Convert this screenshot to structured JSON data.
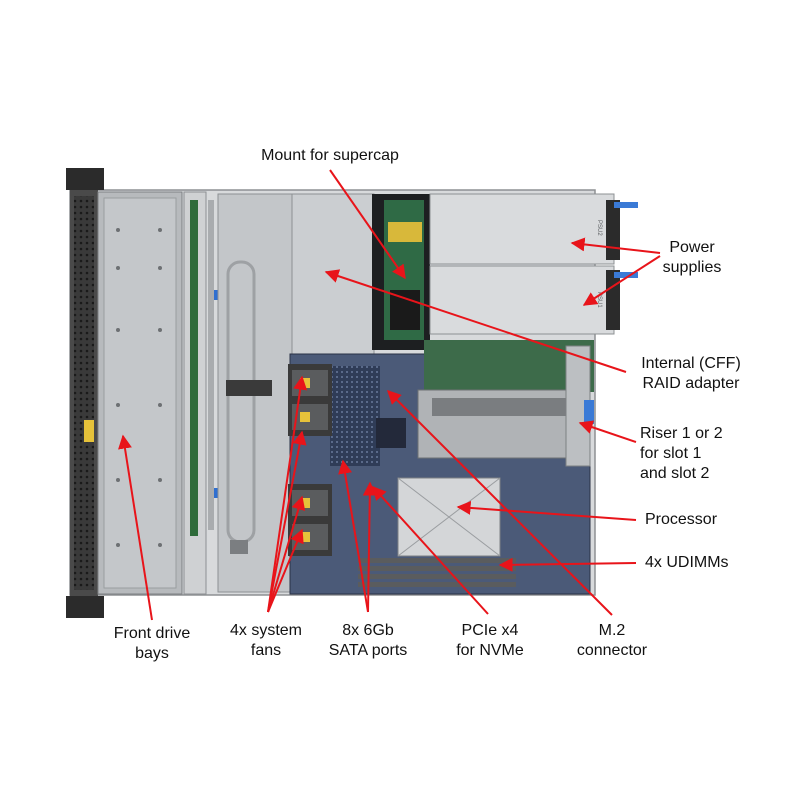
{
  "labels": {
    "mount_for_supercap": "Mount for supercap",
    "power_supplies": [
      "Power",
      "supplies"
    ],
    "internal_raid": [
      "Internal (CFF)",
      "RAID adapter"
    ],
    "riser": [
      "Riser 1 or 2",
      "for slot 1",
      "and slot 2"
    ],
    "processor": "Processor",
    "udimms": "4x UDIMMs",
    "front_drive_bays": [
      "Front drive",
      "bays"
    ],
    "system_fans": [
      "4x system",
      "fans"
    ],
    "sata_ports": [
      "8x 6Gb",
      "SATA ports"
    ],
    "pcie_nvme": [
      "PCIe x4",
      "for NVMe"
    ],
    "m2_connector": [
      "M.2",
      "connector"
    ]
  },
  "power_supply_marks": [
    "PSU2",
    "PSU1"
  ],
  "colors": {
    "arrow": "#e8141a",
    "chassis": "#c9cbcd",
    "chassis_dark": "#2b2b2b",
    "board": "#2f3c57",
    "pcb_green": "#3d6b4a",
    "label_text": "#111111"
  }
}
